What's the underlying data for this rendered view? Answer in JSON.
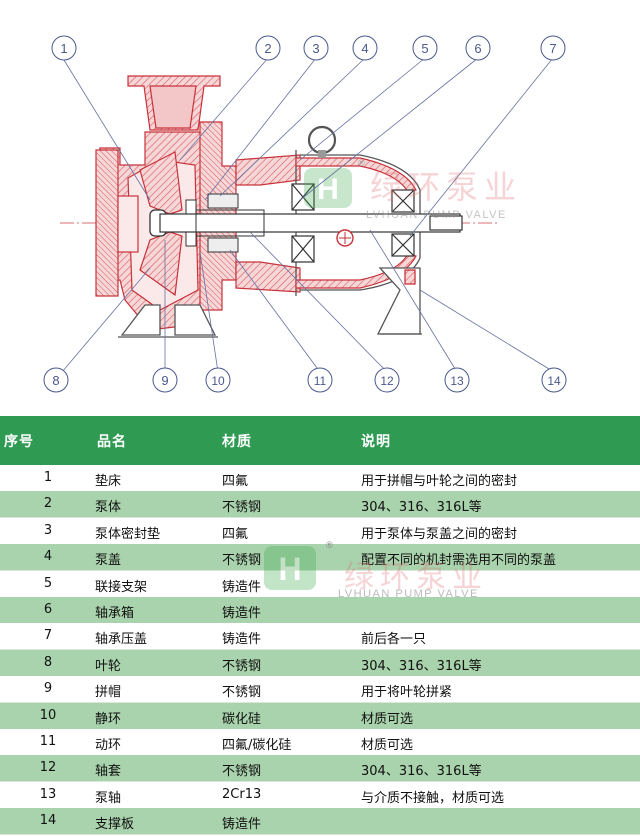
{
  "callouts": [
    "1",
    "2",
    "3",
    "4",
    "5",
    "6",
    "7",
    "8",
    "9",
    "10",
    "11",
    "12",
    "13",
    "14"
  ],
  "watermark": {
    "brand_cn": "绿环泵业",
    "brand_en": "LVHUAN PUMP VALVE",
    "registered": "®"
  },
  "table": {
    "headers": {
      "no": "序号",
      "name": "品名",
      "material": "材质",
      "note": "说明"
    },
    "rows": [
      {
        "no": "1",
        "name": "垫床",
        "material": "四氟",
        "note": "用于拼帽与叶轮之间的密封"
      },
      {
        "no": "2",
        "name": "泵体",
        "material": "不锈钢",
        "note": "304、316、316L等"
      },
      {
        "no": "3",
        "name": "泵体密封垫",
        "material": "四氟",
        "note": "用于泵体与泵盖之间的密封"
      },
      {
        "no": "4",
        "name": "泵盖",
        "material": "不锈钢",
        "note": "配置不同的机封需选用不同的泵盖"
      },
      {
        "no": "5",
        "name": "联接支架",
        "material": "铸造件",
        "note": ""
      },
      {
        "no": "6",
        "name": "轴承箱",
        "material": "铸造件",
        "note": ""
      },
      {
        "no": "7",
        "name": "轴承压盖",
        "material": "铸造件",
        "note": "前后各一只"
      },
      {
        "no": "8",
        "name": "叶轮",
        "material": "不锈钢",
        "note": "304、316、316L等"
      },
      {
        "no": "9",
        "name": "拼帽",
        "material": "不锈钢",
        "note": "用于将叶轮拼紧"
      },
      {
        "no": "10",
        "name": "静环",
        "material": "碳化硅",
        "note": "材质可选"
      },
      {
        "no": "11",
        "name": "动环",
        "material": "四氟/碳化硅",
        "note": "材质可选"
      },
      {
        "no": "12",
        "name": "轴套",
        "material": "不锈钢",
        "note": "304、316、316L等"
      },
      {
        "no": "13",
        "name": "泵轴",
        "material": "2Cr13",
        "note": "与介质不接触，材质可选"
      },
      {
        "no": "14",
        "name": "支撑板",
        "material": "铸造件",
        "note": ""
      }
    ]
  },
  "colors": {
    "green_header": "#2e9a52",
    "green_row": "#a9d3ac",
    "section_red": "#c8323a",
    "hatch_pink": "#e9a0a4",
    "callout_blue": "#4a5a8a",
    "line_gray": "#555555"
  }
}
